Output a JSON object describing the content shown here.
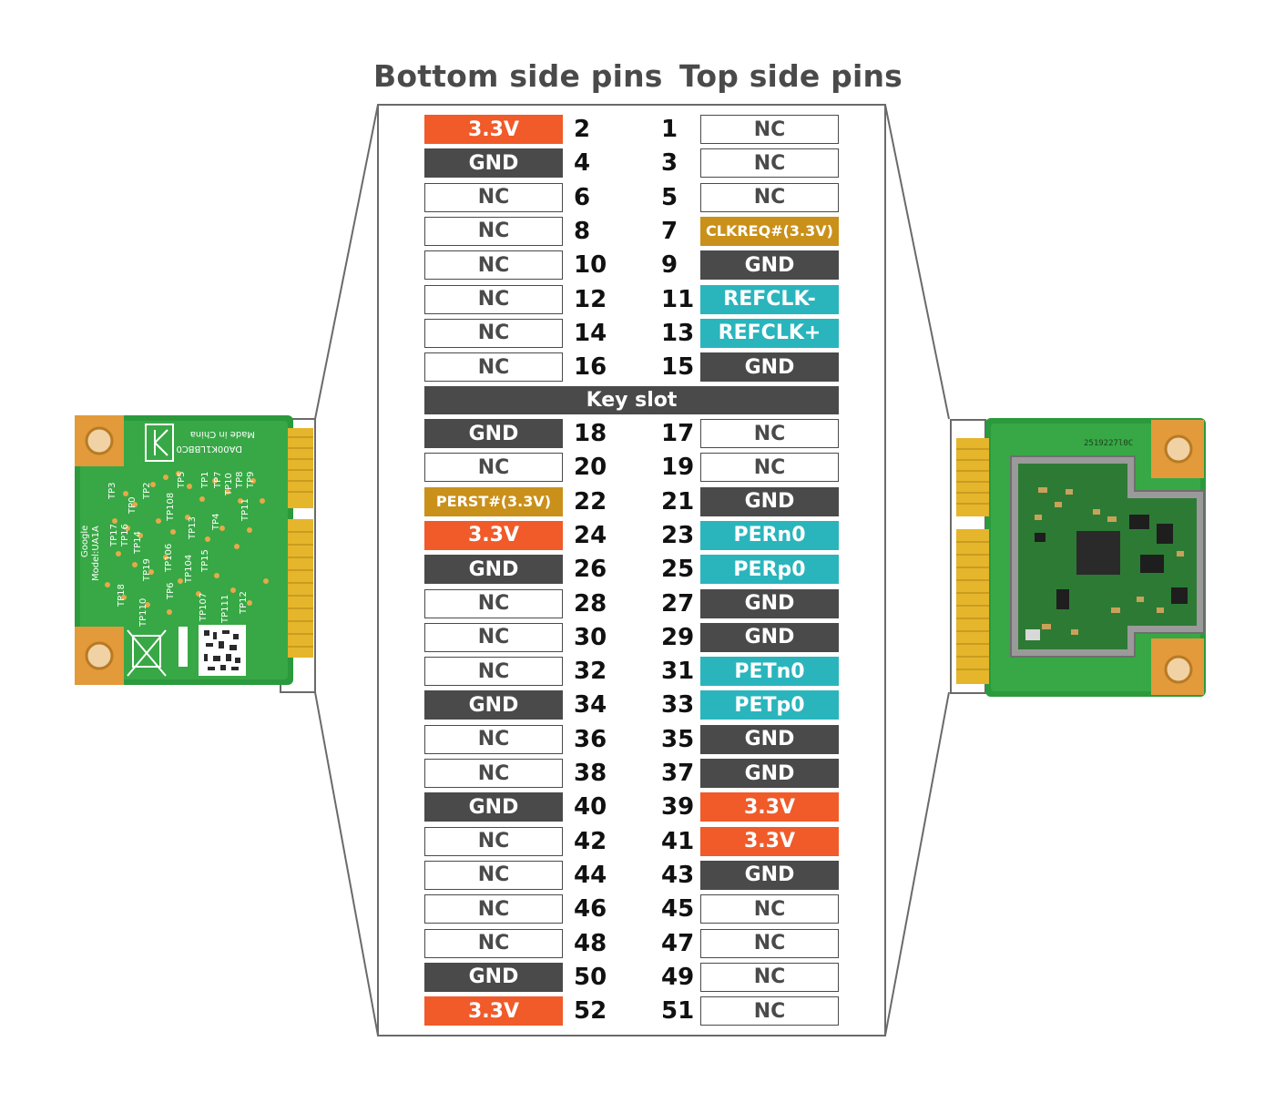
{
  "headers": {
    "bottom": "Bottom side pins",
    "top": "Top side pins"
  },
  "key_slot": "Key slot",
  "colors": {
    "nc": "#ffffff",
    "gnd": "#4a4a4a",
    "v33": "#f15a29",
    "clk": "#c9901a",
    "sig": "#2ab5bd",
    "frame": "#6a6a6a"
  },
  "bottom_pins": [
    {
      "num": "2",
      "label": "3.3V",
      "type": "v33"
    },
    {
      "num": "4",
      "label": "GND",
      "type": "gnd"
    },
    {
      "num": "6",
      "label": "NC",
      "type": "nc"
    },
    {
      "num": "8",
      "label": "NC",
      "type": "nc"
    },
    {
      "num": "10",
      "label": "NC",
      "type": "nc"
    },
    {
      "num": "12",
      "label": "NC",
      "type": "nc"
    },
    {
      "num": "14",
      "label": "NC",
      "type": "nc"
    },
    {
      "num": "16",
      "label": "NC",
      "type": "nc"
    },
    {
      "num": "18",
      "label": "GND",
      "type": "gnd"
    },
    {
      "num": "20",
      "label": "NC",
      "type": "nc"
    },
    {
      "num": "22",
      "label": "PERST#(3.3V)",
      "type": "clk"
    },
    {
      "num": "24",
      "label": "3.3V",
      "type": "v33"
    },
    {
      "num": "26",
      "label": "GND",
      "type": "gnd"
    },
    {
      "num": "28",
      "label": "NC",
      "type": "nc"
    },
    {
      "num": "30",
      "label": "NC",
      "type": "nc"
    },
    {
      "num": "32",
      "label": "NC",
      "type": "nc"
    },
    {
      "num": "34",
      "label": "GND",
      "type": "gnd"
    },
    {
      "num": "36",
      "label": "NC",
      "type": "nc"
    },
    {
      "num": "38",
      "label": "NC",
      "type": "nc"
    },
    {
      "num": "40",
      "label": "GND",
      "type": "gnd"
    },
    {
      "num": "42",
      "label": "NC",
      "type": "nc"
    },
    {
      "num": "44",
      "label": "NC",
      "type": "nc"
    },
    {
      "num": "46",
      "label": "NC",
      "type": "nc"
    },
    {
      "num": "48",
      "label": "NC",
      "type": "nc"
    },
    {
      "num": "50",
      "label": "GND",
      "type": "gnd"
    },
    {
      "num": "52",
      "label": "3.3V",
      "type": "v33"
    }
  ],
  "top_pins": [
    {
      "num": "1",
      "label": "NC",
      "type": "nc"
    },
    {
      "num": "3",
      "label": "NC",
      "type": "nc"
    },
    {
      "num": "5",
      "label": "NC",
      "type": "nc"
    },
    {
      "num": "7",
      "label": "CLKREQ#(3.3V)",
      "type": "clk"
    },
    {
      "num": "9",
      "label": "GND",
      "type": "gnd"
    },
    {
      "num": "11",
      "label": "REFCLK-",
      "type": "sig"
    },
    {
      "num": "13",
      "label": "REFCLK+",
      "type": "sig"
    },
    {
      "num": "15",
      "label": "GND",
      "type": "gnd"
    },
    {
      "num": "17",
      "label": "NC",
      "type": "nc"
    },
    {
      "num": "19",
      "label": "NC",
      "type": "nc"
    },
    {
      "num": "21",
      "label": "GND",
      "type": "gnd"
    },
    {
      "num": "23",
      "label": "PERn0",
      "type": "sig"
    },
    {
      "num": "25",
      "label": "PERp0",
      "type": "sig"
    },
    {
      "num": "27",
      "label": "GND",
      "type": "gnd"
    },
    {
      "num": "29",
      "label": "GND",
      "type": "gnd"
    },
    {
      "num": "31",
      "label": "PETn0",
      "type": "sig"
    },
    {
      "num": "33",
      "label": "PETp0",
      "type": "sig"
    },
    {
      "num": "35",
      "label": "GND",
      "type": "gnd"
    },
    {
      "num": "37",
      "label": "GND",
      "type": "gnd"
    },
    {
      "num": "39",
      "label": "3.3V",
      "type": "v33"
    },
    {
      "num": "41",
      "label": "3.3V",
      "type": "v33"
    },
    {
      "num": "43",
      "label": "GND",
      "type": "gnd"
    },
    {
      "num": "45",
      "label": "NC",
      "type": "nc"
    },
    {
      "num": "47",
      "label": "NC",
      "type": "nc"
    },
    {
      "num": "49",
      "label": "NC",
      "type": "nc"
    },
    {
      "num": "51",
      "label": "NC",
      "type": "nc"
    }
  ],
  "back_card_text": {
    "made": "Made in China",
    "part": "DA00K1LBBC0",
    "model": "Model:UA1A",
    "brand": "Google",
    "tps": [
      "TP3",
      "TP2",
      "TP1",
      "TP7",
      "TP10",
      "TP8",
      "TP9",
      "TP5",
      "TP0",
      "TP108",
      "TP17",
      "TP16",
      "TP14",
      "TP18",
      "TP19",
      "TP106",
      "TP13",
      "TP4",
      "TP11",
      "TP104",
      "TP6",
      "TP110",
      "TP107",
      "TP15",
      "TP111",
      "TP12"
    ]
  },
  "front_card_text": {
    "serial": "2519227l0C"
  }
}
